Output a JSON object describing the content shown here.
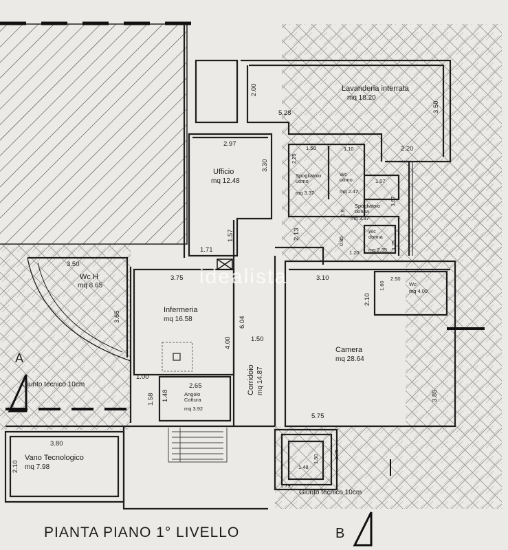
{
  "title": "PIANTA PIANO 1° LIVELLO",
  "watermark": "idealista",
  "section_marks": {
    "a": "A",
    "b": "B"
  },
  "rooms": {
    "lavanderia": {
      "name": "Lavanderia interrata",
      "area": "mq 18.20"
    },
    "ufficio": {
      "name": "Ufficio",
      "area": "mq 12.48"
    },
    "spogliatoio_uomo": {
      "name": "Spogliatoio uomo",
      "area": "mq 3.37"
    },
    "wc_uomo": {
      "name": "Wc uomo",
      "area": "mq 2.47"
    },
    "spogliatoio_donna": {
      "name": "Spogliatoio donna",
      "area": "mq 3.37"
    },
    "wc_donna": {
      "name": "Wc donna",
      "area": "mq 2.35"
    },
    "wc_h": {
      "name": "Wc H",
      "area": "mq 8.65"
    },
    "infermeria": {
      "name": "Infermeria",
      "area": "mq 16.58"
    },
    "corridoio": {
      "name": "Corridoio",
      "area": "mq 14.87"
    },
    "camera": {
      "name": "Camera",
      "area": "mq 28.64"
    },
    "wc_camera": {
      "name": "Wc",
      "area": "mq 4.00"
    },
    "angolo_cottura": {
      "name": "Angolo Cottura",
      "area": "mq 3.92"
    },
    "vano_tecnologico": {
      "name": "Vano Tecnologico",
      "area": "mq 7.98"
    }
  },
  "notes": {
    "giunto_left": "Giunto tecnico 10cm",
    "giunto_bottom": "Giunto tecnico 10cm"
  },
  "dimensions": {
    "d200": "2.00",
    "d528": "5.28",
    "d350a": "3.50",
    "d220": "2.20",
    "d297": "2.97",
    "d330": "3.30",
    "d157": "1.57",
    "d171": "1.71",
    "d150a": "1.50",
    "d110": "1.10",
    "d225": "2.25",
    "d107": "1.07",
    "d187": "1.87",
    "d18": "1.8",
    "d213": "2.13",
    "d085": "0.85",
    "d120": "1.20",
    "d125": "1.25",
    "d350b": "3.50",
    "d365": "3.65",
    "d375": "3.75",
    "d604": "6.04",
    "d150b": "1.50",
    "d400": "4.00",
    "d310": "3.10",
    "d250": "2.50",
    "d210a": "2.10",
    "d160": "1.60",
    "d385": "3.85",
    "d575": "5.75",
    "d100": "1.00",
    "d158": "1.58",
    "d148": "1.48",
    "d265": "2.65",
    "d380": "3.80",
    "d210b": "2.10",
    "d148b": "1.48",
    "d150c": "1.50",
    "d175": "1.75",
    "d179": "1.79"
  }
}
